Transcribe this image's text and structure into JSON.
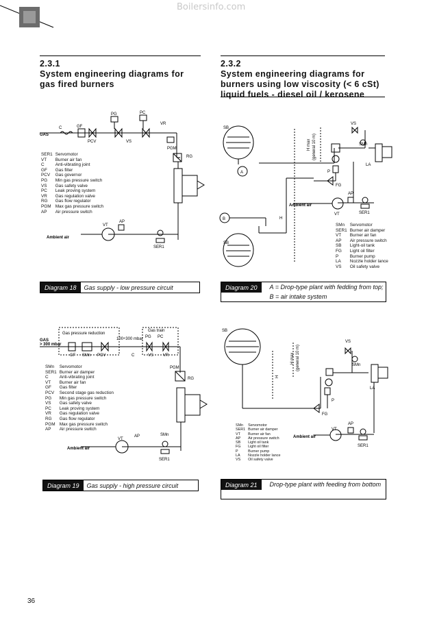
{
  "watermark": "Boilersinfo.com",
  "page_number": "36",
  "sec231": {
    "num": "2.3.1",
    "title": "System engineering diagrams for gas fired burners"
  },
  "sec232": {
    "num": "2.3.2",
    "title": "System engineering diagrams for burners using low viscosity (< 6 cSt) liquid fuels - diesel oil / kerosene"
  },
  "d18": {
    "caption_tag": "Diagram 18",
    "caption": "Gas supply - low pressure circuit",
    "labels": {
      "gas": "GAS",
      "c": "C",
      "gf": "GF",
      "pg": "PG",
      "pc": "PC",
      "vr": "VR",
      "pcv": "PCV",
      "vs": "VS",
      "pgm": "PGM",
      "rg": "RG",
      "ap": "AP",
      "vt": "VT",
      "ser": "SER1",
      "ambient": "Ambient air"
    },
    "legend": [
      [
        "SER1",
        "Servomotor"
      ],
      [
        "VT",
        "Burner air fan"
      ],
      [
        "C",
        "Anti-vibrating joint"
      ],
      [
        "GF",
        "Gas filter"
      ],
      [
        "PCV",
        "Gas governor"
      ],
      [
        "PG",
        "Min gas pressure switch"
      ],
      [
        "VS",
        "Gas safety valve"
      ],
      [
        "PC",
        "Leak proving system"
      ],
      [
        "VR",
        "Gas regulation valve"
      ],
      [
        "RG",
        "Gas flow regulator"
      ],
      [
        "PGM",
        "Max gas pressure switch"
      ],
      [
        "AP",
        "Air pressure switch"
      ]
    ]
  },
  "d19": {
    "caption_tag": "Diagram 19",
    "caption": "Gas supply - high pressure circuit",
    "labels": {
      "reduction": "Gas pressure reduction",
      "train": "Gas train",
      "gas": "GAS",
      "gas_p": "> 300 mbar",
      "mid_p": "100÷300 mbar",
      "gf": "GF",
      "smn": "SMn",
      "pcv": "PCV",
      "c": "C",
      "vs": "VS",
      "vr": "VR",
      "pg": "PG",
      "pc": "PC",
      "pgm": "PGM",
      "rg": "RG",
      "ap": "AP",
      "vt": "VT",
      "smn2": "SMn",
      "ser": "SER1",
      "ambient": "Ambient air"
    },
    "legend": [
      [
        "SMn",
        "Servomotor"
      ],
      [
        "SER1",
        "Burner air damper"
      ],
      [
        "C",
        "Anti-vibrating joint"
      ],
      [
        "VT",
        "Burner air fan"
      ],
      [
        "GF",
        "Gas filter"
      ],
      [
        "PCV",
        "Second stage gas reduction"
      ],
      [
        "PG",
        "Min gas pressure switch"
      ],
      [
        "VS",
        "Gas safety valve"
      ],
      [
        "PC",
        "Leak proving system"
      ],
      [
        "VR",
        "Gas regulation valve"
      ],
      [
        "RG",
        "Gas flow regulator"
      ],
      [
        "PGM",
        "Max gas pressure switch"
      ],
      [
        "AP",
        "Air pressure switch"
      ]
    ]
  },
  "d20": {
    "caption_tag": "Diagram 20",
    "caption": "A = Drop-type plant with fedding from top; B = air intake system",
    "labels": {
      "sb": "SB",
      "sb2": "SB",
      "hmax": "H max",
      "hmax2": "(general 10 m)",
      "a": "A",
      "b": "B",
      "vs": "VS",
      "smn": "SMn",
      "la": "LA",
      "p": "P",
      "fg": "FG",
      "ap": "AP",
      "vt": "VT",
      "ser": "SER1",
      "ambient": "Ambient air",
      "h": "H"
    },
    "legend": [
      [
        "SMn",
        "Servomotor"
      ],
      [
        "SER1",
        "Burner air damper"
      ],
      [
        "VT",
        "Burner air fan"
      ],
      [
        "AP",
        "Air pressure switch"
      ],
      [
        "SB",
        "Light-oil tank"
      ],
      [
        "FG",
        "Light oil filter"
      ],
      [
        "P",
        "Burner pump"
      ],
      [
        "LA",
        "Nozzle holder lance"
      ],
      [
        "VS",
        "Oil safety valve"
      ]
    ]
  },
  "d21": {
    "caption_tag": "Diagram 21",
    "caption": "Drop-type plant with feeding from bottom",
    "labels": {
      "sb": "SB",
      "hmax": "H max",
      "hmax2": "(general 10 m)",
      "h": "H",
      "vs": "VS",
      "smn": "SMn",
      "la": "LA",
      "p": "P",
      "fg": "FG",
      "ap": "AP",
      "vt": "VT",
      "ser": "SER1",
      "ambient": "Ambient air"
    },
    "legend": [
      [
        "SMn",
        "Servomotor"
      ],
      [
        "SER1",
        "Burner air damper"
      ],
      [
        "VT",
        "Burner air fan"
      ],
      [
        "AP",
        "Air pressure switch"
      ],
      [
        "SB",
        "Light oil tank"
      ],
      [
        "FG",
        "Light oil filter"
      ],
      [
        "P",
        "Burner pump"
      ],
      [
        "LA",
        "Nozzle holder lance"
      ],
      [
        "VS",
        "Oil safety valve"
      ]
    ]
  }
}
